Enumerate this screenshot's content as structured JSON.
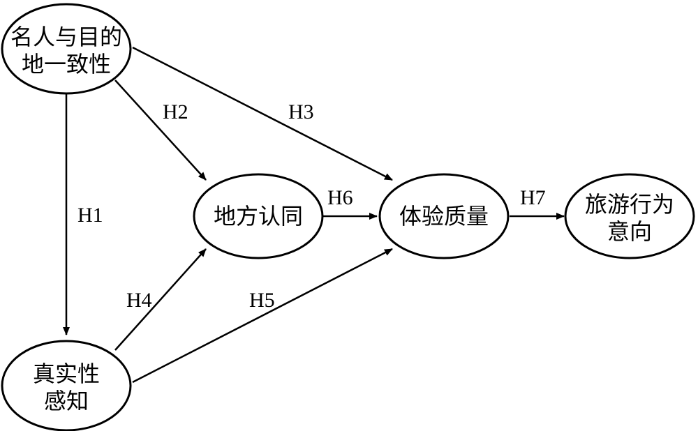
{
  "nodes": {
    "celebrity_destination_congruence": {
      "line1": "名人与目的",
      "line2": "地一致性"
    },
    "perceived_authenticity": {
      "line1": "真实性",
      "line2": "感知"
    },
    "place_identity": {
      "label": "地方认同"
    },
    "experience_quality": {
      "label": "体验质量"
    },
    "travel_behavior_intention": {
      "line1": "旅游行为",
      "line2": "意向"
    }
  },
  "hypotheses": {
    "h1": "H1",
    "h2": "H2",
    "h3": "H3",
    "h4": "H4",
    "h5": "H5",
    "h6": "H6",
    "h7": "H7"
  }
}
